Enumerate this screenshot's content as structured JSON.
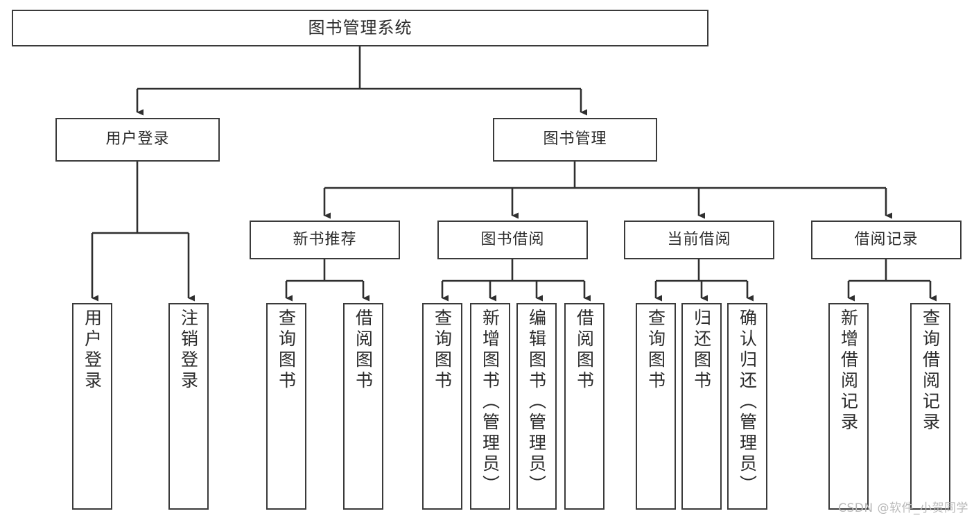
{
  "diagram": {
    "type": "tree-hierarchy",
    "title": "图书管理系统",
    "watermark": "CSDN @软件_小贺同学",
    "colors": {
      "background": "#ffffff",
      "border": "#3a3a3a",
      "text": "#2b2b2b",
      "edge": "#2f2f2f",
      "watermark": "#b9b9b9"
    },
    "root": {
      "label": "图书管理系统"
    },
    "level2": [
      {
        "label": "用户登录"
      },
      {
        "label": "图书管理"
      }
    ],
    "level3": [
      {
        "label": "新书推荐"
      },
      {
        "label": "图书借阅"
      },
      {
        "label": "当前借阅"
      },
      {
        "label": "借阅记录"
      }
    ],
    "leaves": {
      "user_login": [
        {
          "label": "用户登录"
        },
        {
          "label": "注销登录"
        }
      ],
      "new_book": [
        {
          "label": "查询图书"
        },
        {
          "label": "借阅图书"
        }
      ],
      "book_borrow": [
        {
          "label": "查询图书"
        },
        {
          "label": "新增图书（管理员）"
        },
        {
          "label": "编辑图书（管理员）"
        },
        {
          "label": "借阅图书"
        }
      ],
      "current_borrow": [
        {
          "label": "查询图书"
        },
        {
          "label": "归还图书"
        },
        {
          "label": "确认归还（管理员）"
        }
      ],
      "borrow_record": [
        {
          "label": "新增借阅记录"
        },
        {
          "label": "查询借阅记录"
        }
      ]
    }
  }
}
